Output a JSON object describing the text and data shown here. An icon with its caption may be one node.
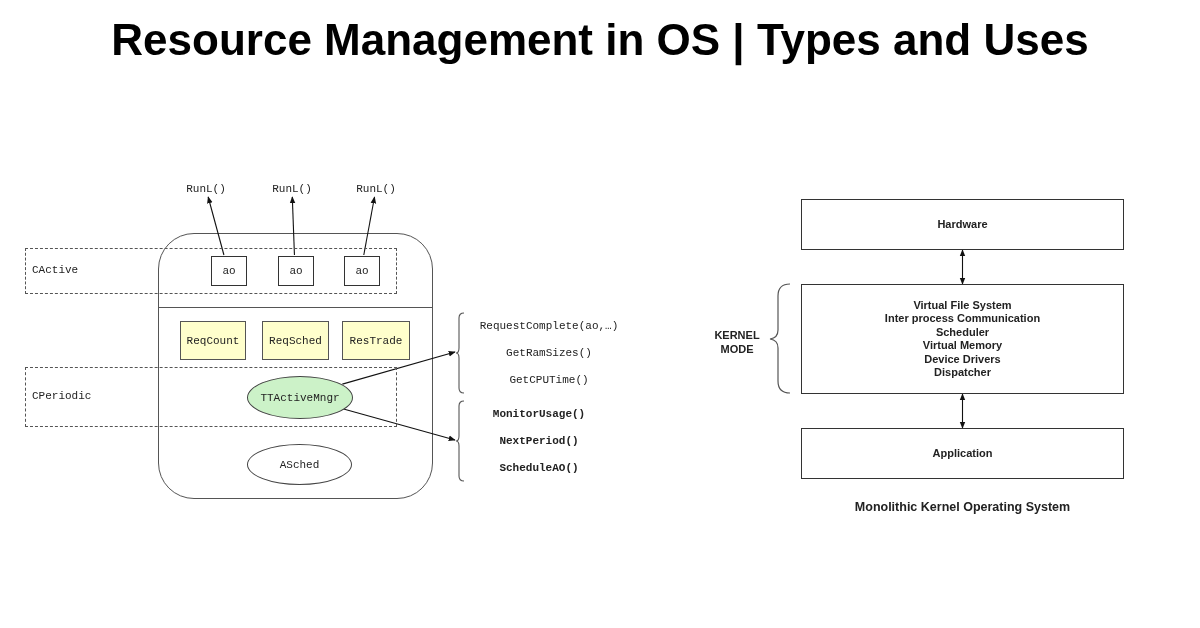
{
  "diagram": {
    "title": "Resource Management in OS | Types and Uses",
    "caption": "Monolithic Kernel Operating System",
    "nodes": [
      {
        "text": [
          "CActive"
        ]
      },
      {
        "text": [
          "ao"
        ],
        "in": 0
      },
      {
        "text": [
          "ao"
        ],
        "in": 0
      },
      {
        "text": [
          "ao"
        ],
        "in": 0
      },
      {
        "text": [
          "RunL()"
        ]
      },
      {
        "text": [
          "RunL()"
        ]
      },
      {
        "text": [
          "RunL()"
        ]
      },
      {
        "text": [
          "ReqCount"
        ]
      },
      {
        "text": [
          "ReqSched"
        ]
      },
      {
        "text": [
          "ResTrade"
        ]
      },
      {
        "text": [
          "CPeriodic"
        ]
      },
      {
        "text": [
          "TTActiveMngr"
        ],
        "in": 10
      },
      {
        "text": [
          "ASched"
        ]
      },
      {
        "text": [
          "RequestComplete(ao,…)",
          "GetRamSizes()",
          "GetCPUTime()"
        ]
      },
      {
        "text": [
          "MonitorUsage()",
          "NextPeriod()",
          "ScheduleAO()"
        ]
      },
      {
        "text": [
          "Hardware"
        ]
      },
      {
        "text": [
          "Virtual File System",
          "Inter process Communication",
          "Scheduler",
          "Virtual Memory",
          "Device Drivers",
          "Dispatcher"
        ]
      },
      {
        "text": [
          "Application"
        ]
      }
    ],
    "edges": [
      {
        "from": 1,
        "to": 4,
        "arrow": "to"
      },
      {
        "from": 2,
        "to": 5,
        "arrow": "to"
      },
      {
        "from": 3,
        "to": 6,
        "arrow": "to"
      },
      {
        "from": 11,
        "to": 13,
        "arrow": "to"
      },
      {
        "from": 11,
        "to": 14,
        "arrow": "to"
      },
      {
        "from": 15,
        "to": 16,
        "arrow": "both"
      },
      {
        "from": 16,
        "to": 17,
        "arrow": "both"
      }
    ],
    "labels": [
      "KERNEL MODE"
    ]
  }
}
